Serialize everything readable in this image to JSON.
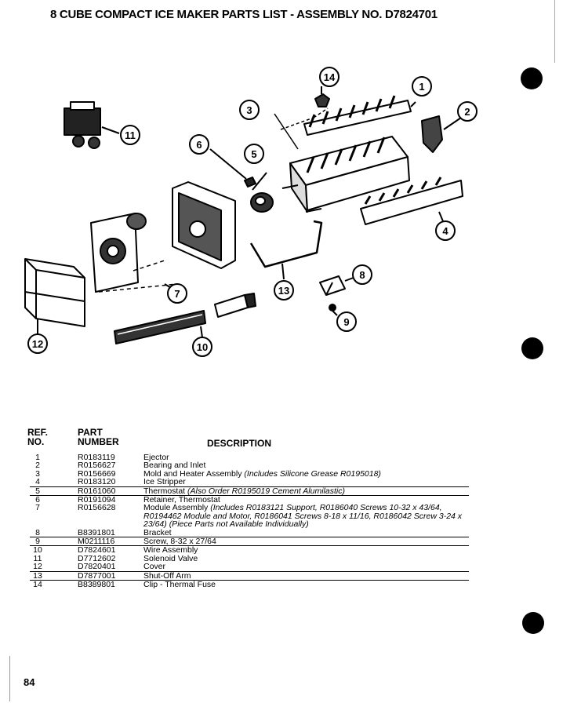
{
  "title": "8 CUBE COMPACT ICE MAKER PARTS LIST  -  ASSEMBLY NO. D7824701",
  "callouts": [
    "1",
    "2",
    "3",
    "4",
    "5",
    "6",
    "7",
    "8",
    "9",
    "10",
    "11",
    "12",
    "13",
    "14"
  ],
  "table": {
    "headers": {
      "ref_line1": "REF.",
      "ref_line2": "NO.",
      "part_line1": "PART",
      "part_line2": "NUMBER",
      "description": "DESCRIPTION"
    },
    "rows": [
      {
        "ref": "1",
        "part": "R0183119",
        "desc": "Ejector",
        "note": ""
      },
      {
        "ref": "2",
        "part": "R0156627",
        "desc": "Bearing and Inlet",
        "note": ""
      },
      {
        "ref": "3",
        "part": "R0156669",
        "desc": "Mold and Heater Assembly",
        "note": "(Includes Silicone Grease  R0195018)"
      },
      {
        "ref": "4",
        "part": "R0183120",
        "desc": "Ice Stripper",
        "note": ""
      },
      {
        "ref": "5",
        "part": "R0161060",
        "desc": "Thermostat",
        "note": "(Also Order R0195019 Cement Alumilastic)"
      },
      {
        "ref": "6",
        "part": "R0191094",
        "desc": "Retainer, Thermostat",
        "note": ""
      },
      {
        "ref": "7",
        "part": "R0156628",
        "desc": "Module Assembly",
        "note": "(Includes R0183121 Support, R0186040 Screws 10-32 x 43/64, R0194462 Module and Motor, R0186041 Screws 8-18 x 11/16, R0186042 Screw 3-24 x 23/64)  (Piece Parts not Available Individually)"
      },
      {
        "ref": "8",
        "part": "B8391801",
        "desc": "Bracket",
        "note": ""
      },
      {
        "ref": "9",
        "part": "M0211116",
        "desc": "Screw, 8-32 x 27/64",
        "note": ""
      },
      {
        "ref": "10",
        "part": "D7824601",
        "desc": "Wire Assembly",
        "note": ""
      },
      {
        "ref": "11",
        "part": "D7712602",
        "desc": "Solenoid Valve",
        "note": ""
      },
      {
        "ref": "12",
        "part": "D7820401",
        "desc": "Cover",
        "note": ""
      },
      {
        "ref": "13",
        "part": "D7877001",
        "desc": "Shut-Off Arm",
        "note": ""
      },
      {
        "ref": "14",
        "part": "B8389801",
        "desc": "Clip - Thermal Fuse",
        "note": ""
      }
    ]
  },
  "page_number": "84"
}
